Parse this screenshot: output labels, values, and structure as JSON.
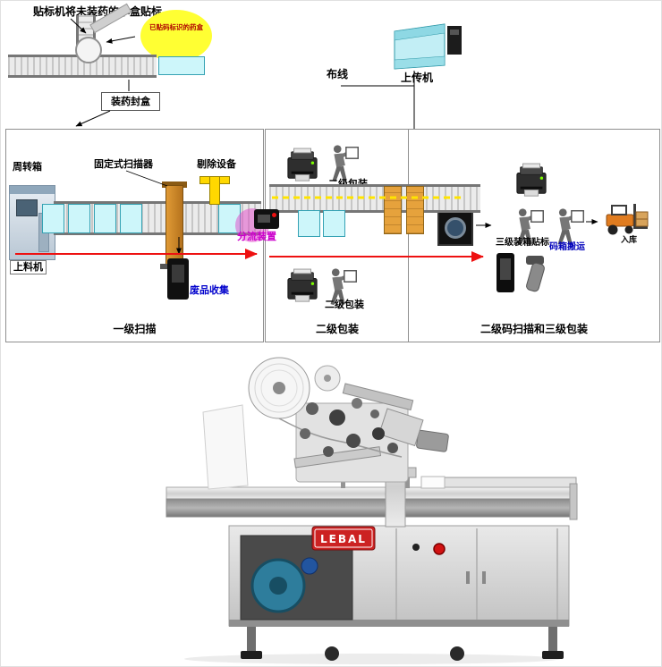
{
  "flow": {
    "top_note": "贴标机将未装药的小盒贴标",
    "bubble_text": "已贴码标识的药盒",
    "fill_seal": "装药封盒",
    "wiring": "布线",
    "uploader": "上传机"
  },
  "panels": {
    "p1": {
      "turnover": "周转箱",
      "scanner": "固定式扫描器",
      "reject": "剔除设备",
      "feeder": "上料机",
      "divert": "分流装置",
      "waste": "废品收集",
      "caption": "一级扫描"
    },
    "p2": {
      "pack_top": "二级包装",
      "pack_bottom": "二级包装",
      "caption": "二级包装"
    },
    "p3": {
      "box_label": "三级装箱贴标",
      "carry": "码箱搬运",
      "inbound": "入库",
      "caption": "二级码扫描和三级包装"
    }
  },
  "machine": {
    "brand": "LEBAL"
  },
  "colors": {
    "accent_red": "#ee1111",
    "magenta": "#cc00cc",
    "link_blue": "#0000bb",
    "cyan_box": "#cdf6fa",
    "orange_box": "#e6a23c",
    "dash_yellow": "#ffe400",
    "brand_red": "#cc2222",
    "bubble_yellow": "#ffff33"
  }
}
